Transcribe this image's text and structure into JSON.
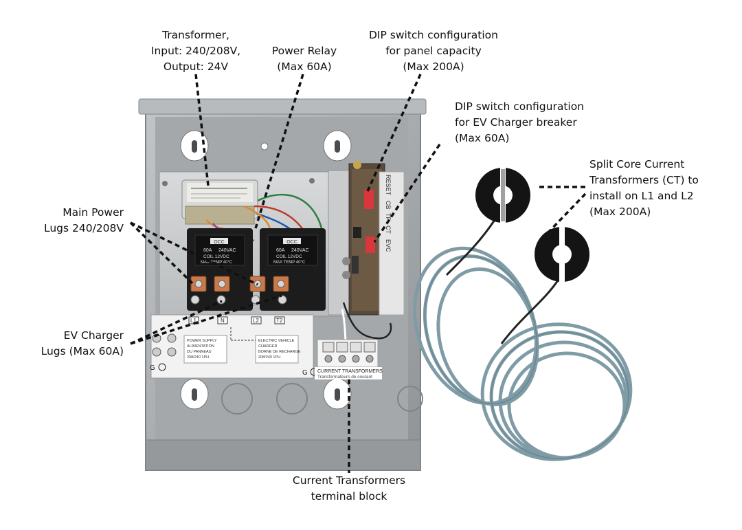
{
  "annotations": {
    "transformer": [
      "Transformer,",
      "Input: 240/208V,",
      "Output: 24V"
    ],
    "power_relay": [
      "Power Relay",
      "(Max 60A)"
    ],
    "dip_panel": [
      "DIP switch configuration",
      "for panel capacity",
      "(Max 200A)"
    ],
    "dip_ev": [
      "DIP switch configuration",
      "for EV Charger breaker",
      "(Max 60A)"
    ],
    "split_core": [
      "Split Core Current",
      "Transformers (CT) to",
      "install on L1 and L2",
      "(Max 200A)"
    ],
    "main_lugs": [
      "Main Power",
      "Lugs 240/208V"
    ],
    "ev_lugs": [
      "EV Charger",
      "Lugs (Max 60A)"
    ],
    "ct_block": [
      "Current Transformers",
      "terminal block"
    ]
  },
  "device_markings": {
    "relay_brand": "OCC",
    "relay_rating_1": "60A",
    "relay_rating_2": "240VAC",
    "relay_coil": "COIL 12VDC",
    "relay_temp": "MAX TEMP 40°C",
    "lug_labels": [
      "L1",
      "N",
      "L2",
      "T2"
    ],
    "power_supply": [
      "POWER SUPPLY",
      "ALIMENTATION",
      "DU PANNEAU",
      "208/240 1PH"
    ],
    "ev_box": [
      "ELECTRIC VEHICLE",
      "CHARGER",
      "BORNE DE RECHARGE",
      "208/240 1PH"
    ],
    "ct_text": [
      "CURRENT TRANSFORMERS",
      "Transformateurs de courant"
    ],
    "dip_labels": [
      "RESET",
      "CB",
      "TP",
      "CT",
      "EVC"
    ],
    "ground": "G"
  },
  "colors": {
    "enclosure": "#a9adb0",
    "relay": "#1c1c1c",
    "cable": "#7f9ca6",
    "ct_core": "#141414",
    "copper": "#c97a4a"
  }
}
